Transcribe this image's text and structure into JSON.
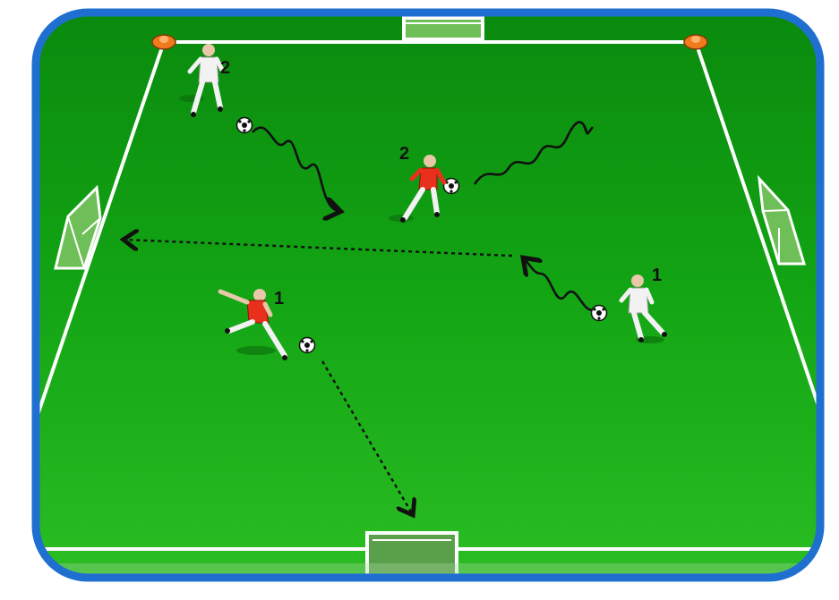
{
  "diagram": {
    "players": [
      {
        "id": "white-2",
        "team": "white",
        "number": "2"
      },
      {
        "id": "red-2",
        "team": "red",
        "number": "2"
      },
      {
        "id": "red-1",
        "team": "red",
        "number": "1"
      },
      {
        "id": "white-1",
        "team": "white",
        "number": "1"
      }
    ],
    "colors": {
      "pitch_dark": "#0c8f10",
      "pitch_light": "#2fbf2a",
      "border": "#1f6fd0",
      "lines": "#ffffff",
      "red_team": "#e8301c",
      "white_team": "#f2f2f2",
      "cone": "#f07a1c",
      "arrow": "#111111"
    },
    "icons": [
      "soccer-ball-icon",
      "cone-icon",
      "goal-icon"
    ]
  }
}
